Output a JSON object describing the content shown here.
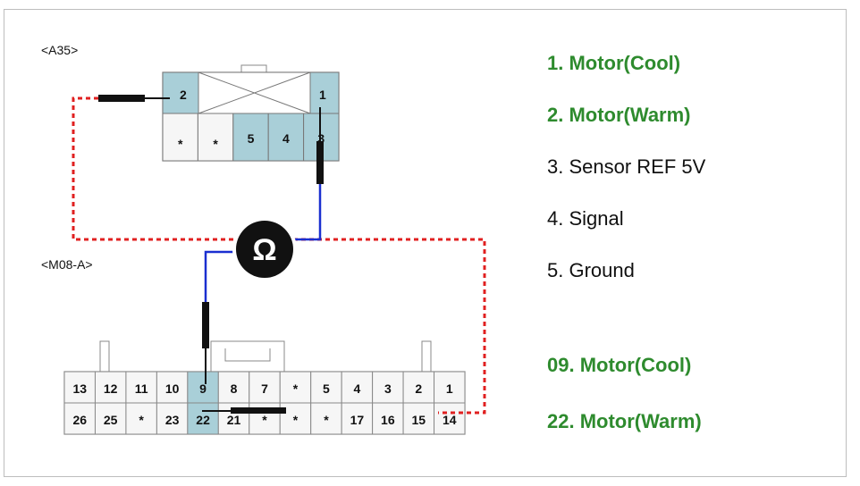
{
  "connectors": {
    "a35": {
      "label": "<A35>",
      "pins_top": [
        "2",
        "1"
      ],
      "pins_bottom": [
        "*",
        "*",
        "5",
        "4",
        "3"
      ]
    },
    "m08a": {
      "label": "<M08-A>",
      "row_top": [
        "13",
        "12",
        "11",
        "10",
        "9",
        "8",
        "7",
        "*",
        "5",
        "4",
        "3",
        "2",
        "1"
      ],
      "row_bottom": [
        "26",
        "25",
        "*",
        "23",
        "22",
        "21",
        "*",
        "*",
        "*",
        "17",
        "16",
        "15",
        "14"
      ]
    }
  },
  "meter": {
    "symbol": "Ω"
  },
  "legend": {
    "items": [
      {
        "text": "1. Motor(Cool)",
        "highlight": true
      },
      {
        "text": "2. Motor(Warm)",
        "highlight": true
      },
      {
        "text": "3. Sensor REF 5V",
        "highlight": false
      },
      {
        "text": "4. Signal",
        "highlight": false
      },
      {
        "text": "5. Ground",
        "highlight": false
      },
      {
        "text": "09. Motor(Cool)",
        "highlight": true
      },
      {
        "text": "22. Motor(Warm)",
        "highlight": true
      }
    ]
  },
  "colors": {
    "highlight_text": "#2e8b2e",
    "pin_fill": "#a9cfd8",
    "probe_wire_red": "#e02020",
    "probe_wire_blue": "#1a2fd0"
  }
}
